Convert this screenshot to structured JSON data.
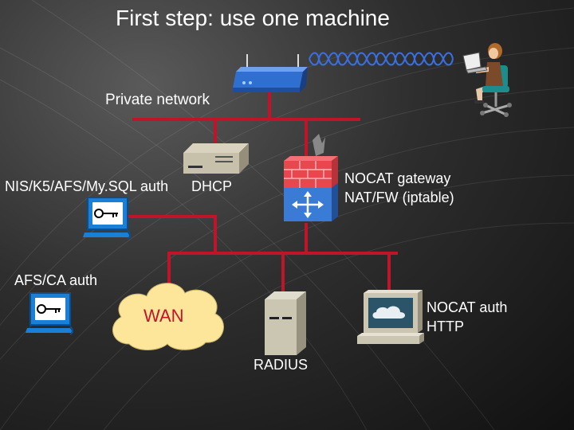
{
  "title": "First step: use one machine",
  "labels": {
    "private_network": "Private network",
    "auth_servers": "NIS/K5/AFS/My.SQL auth",
    "dhcp": "DHCP",
    "gateway_line1": "NOCAT gateway",
    "gateway_line2": "NAT/FW (iptable)",
    "afs_ca": "AFS/CA auth",
    "wan": "WAN",
    "nocat_auth_line1": "NOCAT auth",
    "nocat_auth_line2": "HTTP",
    "radius": "RADIUS"
  },
  "colors": {
    "network_line": "#c0142a",
    "router": "#3a7bd5",
    "firewall_brick": "#e8474e",
    "cloud": "#fde59a",
    "wan_text": "#c0142a",
    "wireless_signal": "#3b6fe0"
  },
  "icons": [
    "wireless-router-icon",
    "wireless-signal-icon",
    "laptop-user-icon",
    "server-icon",
    "firewall-gateway-icon",
    "auth-terminal-icon",
    "wan-cloud-icon",
    "radius-tower-icon",
    "http-terminal-icon"
  ]
}
